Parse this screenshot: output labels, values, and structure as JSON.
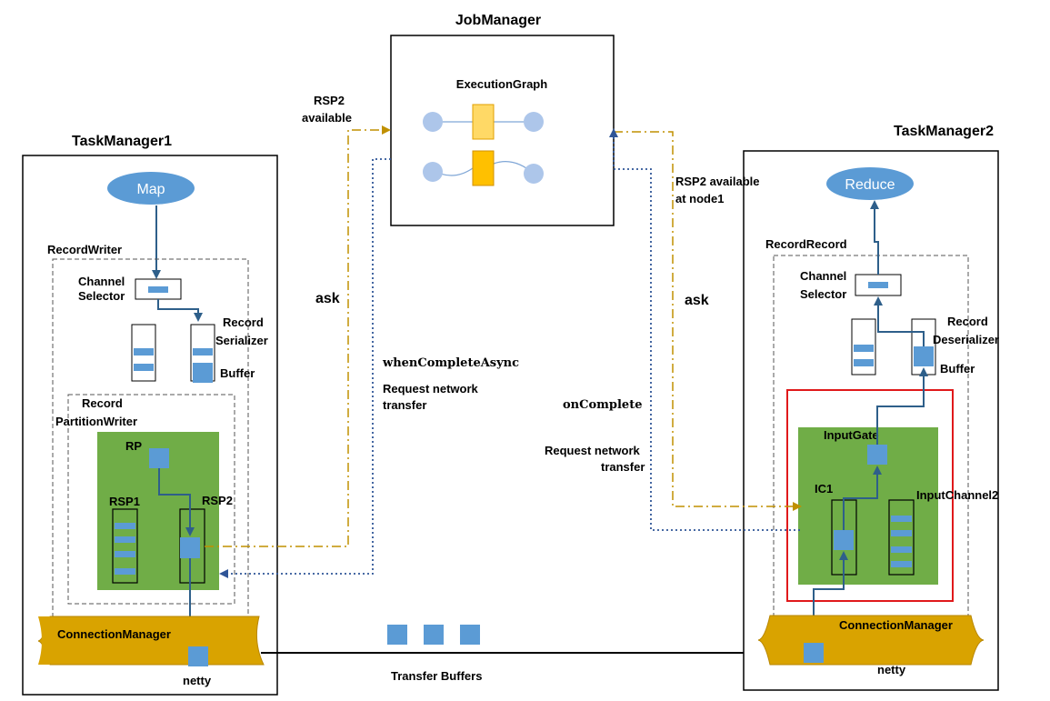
{
  "colors": {
    "node_blue": "#5b9bd5",
    "cell_blue": "#5b9bd5",
    "green_area": "#70ad47",
    "netty_gold": "#d9a300",
    "arrow_blue": "#2e5f8a",
    "ask_orange": "#c09000",
    "request_blue": "#2f5597",
    "highlight_red": "#e0191b",
    "graph_yellow_light": "#ffd966",
    "graph_yellow_dark": "#ffc000",
    "graph_circle": "#adc6ea"
  },
  "job_manager": {
    "title": "JobManager",
    "graph_label": "ExecutionGraph"
  },
  "tm1": {
    "title": "TaskManager1",
    "map_label": "Map",
    "record_writer": "RecordWriter",
    "channel_selector": "Channel\nSelector",
    "record_serializer": "Record\nSerializer",
    "buffer": "Buffer",
    "partition_writer": "Record\nPartitionWriter",
    "rp": "RP",
    "rsp1": "RSP1",
    "rsp2": "RSP2",
    "connection_manager": "ConnectionManager",
    "netty": "netty"
  },
  "tm2": {
    "title": "TaskManager2",
    "reduce_label": "Reduce",
    "record_record": "RecordRecord",
    "channel_selector": "Channel\nSelector",
    "record_deserializer": "Record\nDeserializer",
    "buffer": "Buffer",
    "input_gate": "InputGate",
    "ic1": "IC1",
    "input_channel2": "InputChannel2",
    "connection_manager": "ConnectionManager",
    "netty": "netty"
  },
  "messages": {
    "rsp2_available": "RSP2\navailable",
    "ask_left": "ask",
    "when_complete": "whenCompleteAsync",
    "request_left": "Request network\ntransfer",
    "rsp2_available_node": "RSP2  available\nat node1",
    "ask_right": "ask",
    "on_complete": "onComplete",
    "request_right": "Request network\ntransfer",
    "transfer_buffers": "Transfer Buffers"
  }
}
